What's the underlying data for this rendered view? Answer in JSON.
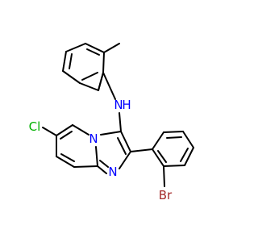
{
  "molecule": {
    "colors": {
      "bond": "#000000",
      "carbon": "#000000",
      "nitrogen": "#0000ff",
      "chlorine": "#00b000",
      "bromine": "#a52a2a",
      "background": "#ffffff"
    },
    "atoms": {
      "amine_n": {
        "element": "N",
        "label": "N"
      },
      "amine_h": {
        "element": "H",
        "label": "H"
      },
      "bridge_n": {
        "element": "N",
        "label": "N"
      },
      "imine_n": {
        "element": "N",
        "label": "N"
      },
      "chlorine": {
        "element": "Cl",
        "label": "Cl"
      },
      "bromine": {
        "element": "Br",
        "label": "Br"
      }
    }
  }
}
